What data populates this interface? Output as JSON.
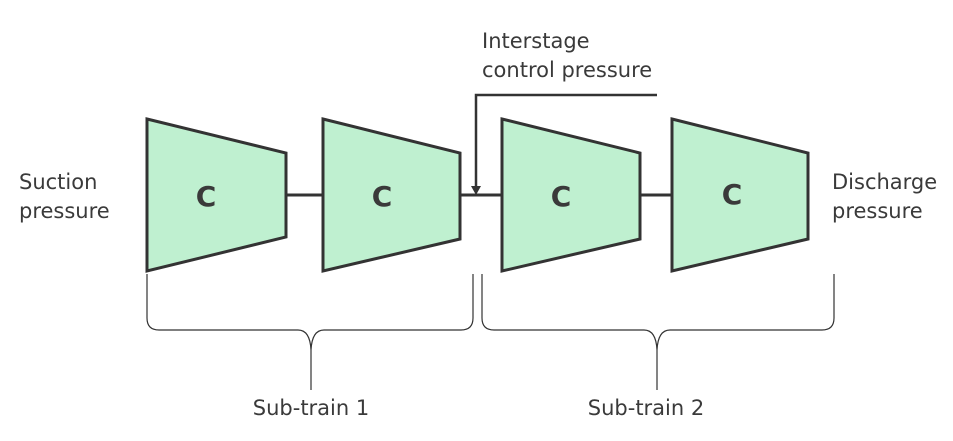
{
  "labels": {
    "suction_line1": "Suction",
    "suction_line2": "pressure",
    "discharge_line1": "Discharge",
    "discharge_line2": "pressure",
    "interstage_line1": "Interstage",
    "interstage_line2": "control pressure",
    "subtrain1": "Sub-train 1",
    "subtrain2": "Sub-train 2"
  },
  "compressors": [
    {
      "label": "C"
    },
    {
      "label": "C"
    },
    {
      "label": "C"
    },
    {
      "label": "C"
    }
  ],
  "colors": {
    "compressor_fill": "#bff0d0",
    "stroke": "#333333",
    "text": "#3a3a3a"
  }
}
